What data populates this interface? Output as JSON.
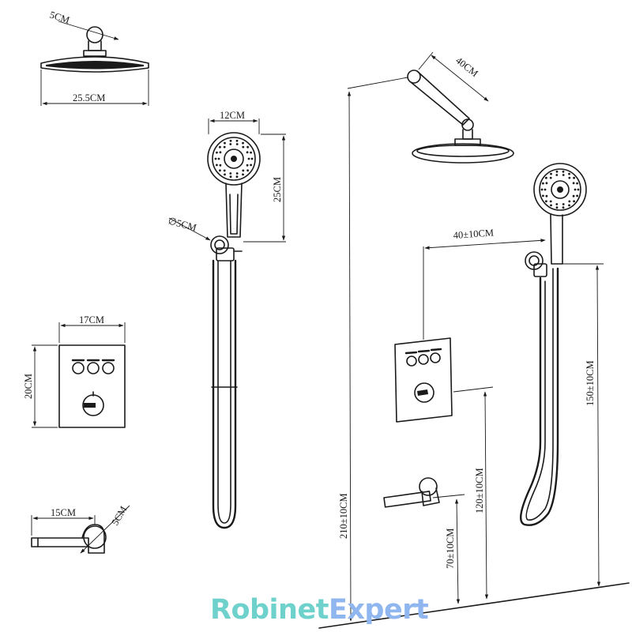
{
  "dimensions": {
    "shower_arm_diameter": "5CM",
    "rain_head_width": "25.5CM",
    "hand_shower_width": "12CM",
    "hand_shower_height": "25CM",
    "holder_diameter": "∅5CM",
    "valve_width": "17CM",
    "valve_height": "20CM",
    "spout_length": "15CM",
    "spout_diameter": "5CM",
    "arm_length": "40CM",
    "holder_offset": "40±10CM",
    "total_height": "210±10CM",
    "valve_height_floor": "120±10CM",
    "spout_height_floor": "70±10CM",
    "holder_height_floor": "150±10CM"
  },
  "watermark": {
    "part1": "Robinet",
    "part2": "Expert"
  },
  "colors": {
    "line": "#1a1a1a",
    "watermark_teal": "#6fd1cc",
    "watermark_blue": "#8fb6ee"
  }
}
